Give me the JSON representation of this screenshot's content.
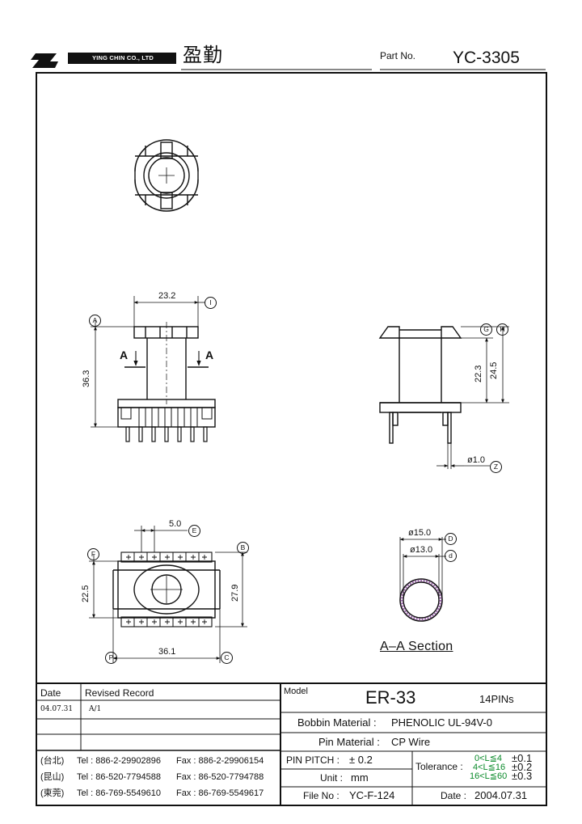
{
  "header": {
    "company": "YING CHIN CO., LTD",
    "company_chinese": "盈勤",
    "part_label": "Part No.",
    "part_no": "YC-3305"
  },
  "dimensions": {
    "width_top": "23.2",
    "height_total": "36.3",
    "side_height_1": "22.3",
    "side_height_2": "24.5",
    "pin_dia": "ø1.0",
    "pin_spacing": "5.0",
    "bottom_depth": "22.5",
    "bottom_depth_2": "27.9",
    "bottom_width": "36.1",
    "sec_outer": "ø15.0",
    "sec_inner": "ø13.0"
  },
  "markers": {
    "A": "A",
    "I": "I",
    "G": "G",
    "H": "H",
    "Z": "Z",
    "E": "E",
    "F": "F",
    "B": "B",
    "P": "P",
    "C": "C",
    "D": "D",
    "d": "d"
  },
  "section": {
    "arrow_label": "A",
    "title": "A–A Section"
  },
  "revision": {
    "date_header": "Date",
    "record_header": "Revised Record",
    "rows": [
      {
        "date": "04.07.31",
        "record": "A/1"
      },
      {
        "date": "",
        "record": ""
      },
      {
        "date": "",
        "record": ""
      }
    ]
  },
  "contacts": [
    {
      "place": "(台北)",
      "tel": "Tel : 886-2-29902896",
      "fax": "Fax : 886-2-29906154"
    },
    {
      "place": "(昆山)",
      "tel": "Tel : 86-520-7794588",
      "fax": "Fax : 86-520-7794788"
    },
    {
      "place": "(東莞)",
      "tel": "Tel : 86-769-5549610",
      "fax": "Fax : 86-769-5549617"
    }
  ],
  "spec": {
    "model_label": "Model",
    "model": "ER-33",
    "pins": "14PINs",
    "bobbin_label": "Bobbin  Material :",
    "bobbin_value": "PHENOLIC UL-94V-0",
    "pin_label": "Pin  Material :",
    "pin_value": "CP Wire",
    "pitch_label": "PIN  PITCH :",
    "pitch_value": "± 0.2",
    "unit_label": "Unit :",
    "unit_value": "mm",
    "file_label": "File  No :",
    "file_value": "YC-F-124",
    "tolerance_label": "Tolerance :",
    "tol_rows": [
      {
        "range": "0<L≦4",
        "value": "±0.1"
      },
      {
        "range": "4<L≦16",
        "value": "±0.2"
      },
      {
        "range": "16<L≦60",
        "value": "±0.3"
      }
    ],
    "date_label": "Date :",
    "date_value": "2004.07.31"
  }
}
